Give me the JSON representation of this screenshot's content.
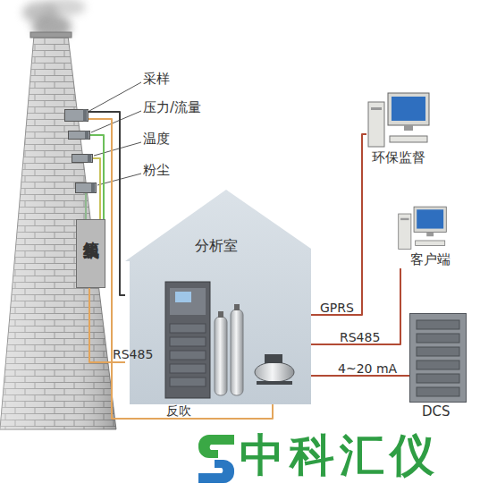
{
  "diagram": {
    "nodes": [
      {
        "text": [
          "采样"
        ]
      },
      {
        "text": [
          "压力/流量"
        ]
      },
      {
        "text": [
          "温度"
        ]
      },
      {
        "text": [
          "粉尘"
        ]
      },
      {
        "text": [
          "集线箱"
        ]
      },
      {
        "text": [
          "分析室"
        ]
      },
      {
        "text": [
          "环保监督"
        ]
      },
      {
        "text": [
          "客户端"
        ]
      },
      {
        "text": [
          "DCS"
        ]
      }
    ],
    "edges": [
      {
        "from": 0,
        "to": 5,
        "arrow": "none"
      },
      {
        "from": 1,
        "to": 4,
        "arrow": "none"
      },
      {
        "from": 2,
        "to": 4,
        "arrow": "none"
      },
      {
        "from": 3,
        "to": 4,
        "arrow": "none"
      },
      {
        "from": 4,
        "to": 5,
        "label": "RS485",
        "arrow": "none"
      },
      {
        "from": 5,
        "to": 0,
        "label": "反吹",
        "arrow": "none"
      },
      {
        "from": 5,
        "to": 6,
        "label": "GPRS",
        "arrow": "none"
      },
      {
        "from": 5,
        "to": 7,
        "label": "RS485",
        "arrow": "none"
      },
      {
        "from": 5,
        "to": 8,
        "label": "4~20 mA",
        "arrow": "none"
      }
    ],
    "labels": [
      "中科汇仪"
    ]
  }
}
